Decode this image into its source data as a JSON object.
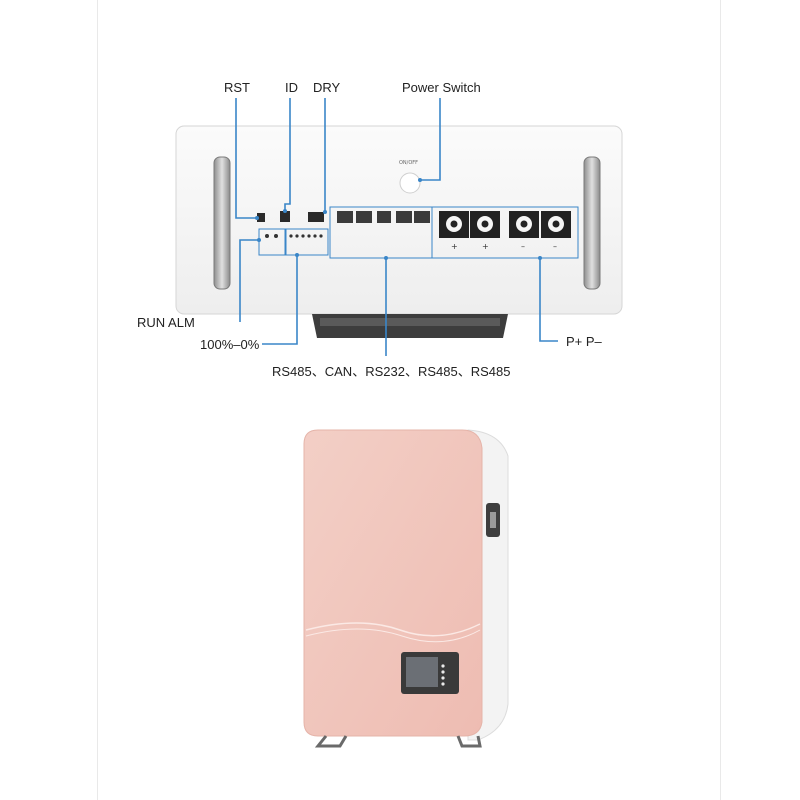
{
  "callouts": {
    "rst": "RST",
    "id": "ID",
    "dry": "DRY",
    "power_switch": "Power Switch",
    "run_alm": "RUN  ALM",
    "soc_range": "100%–0%",
    "comm_ports": "RS485、CAN、RS232、RS485、RS485",
    "terminals": "P+  P–"
  },
  "panel_text": {
    "on_off": "ON/OFF",
    "terminal_signs": [
      "+",
      "+",
      "–",
      "–"
    ]
  },
  "colors": {
    "callout_line": "#3a86c8",
    "battery_front": "#f1c9c0",
    "battery_case": "#f4f4f4",
    "lcd": "#6b6f75"
  }
}
